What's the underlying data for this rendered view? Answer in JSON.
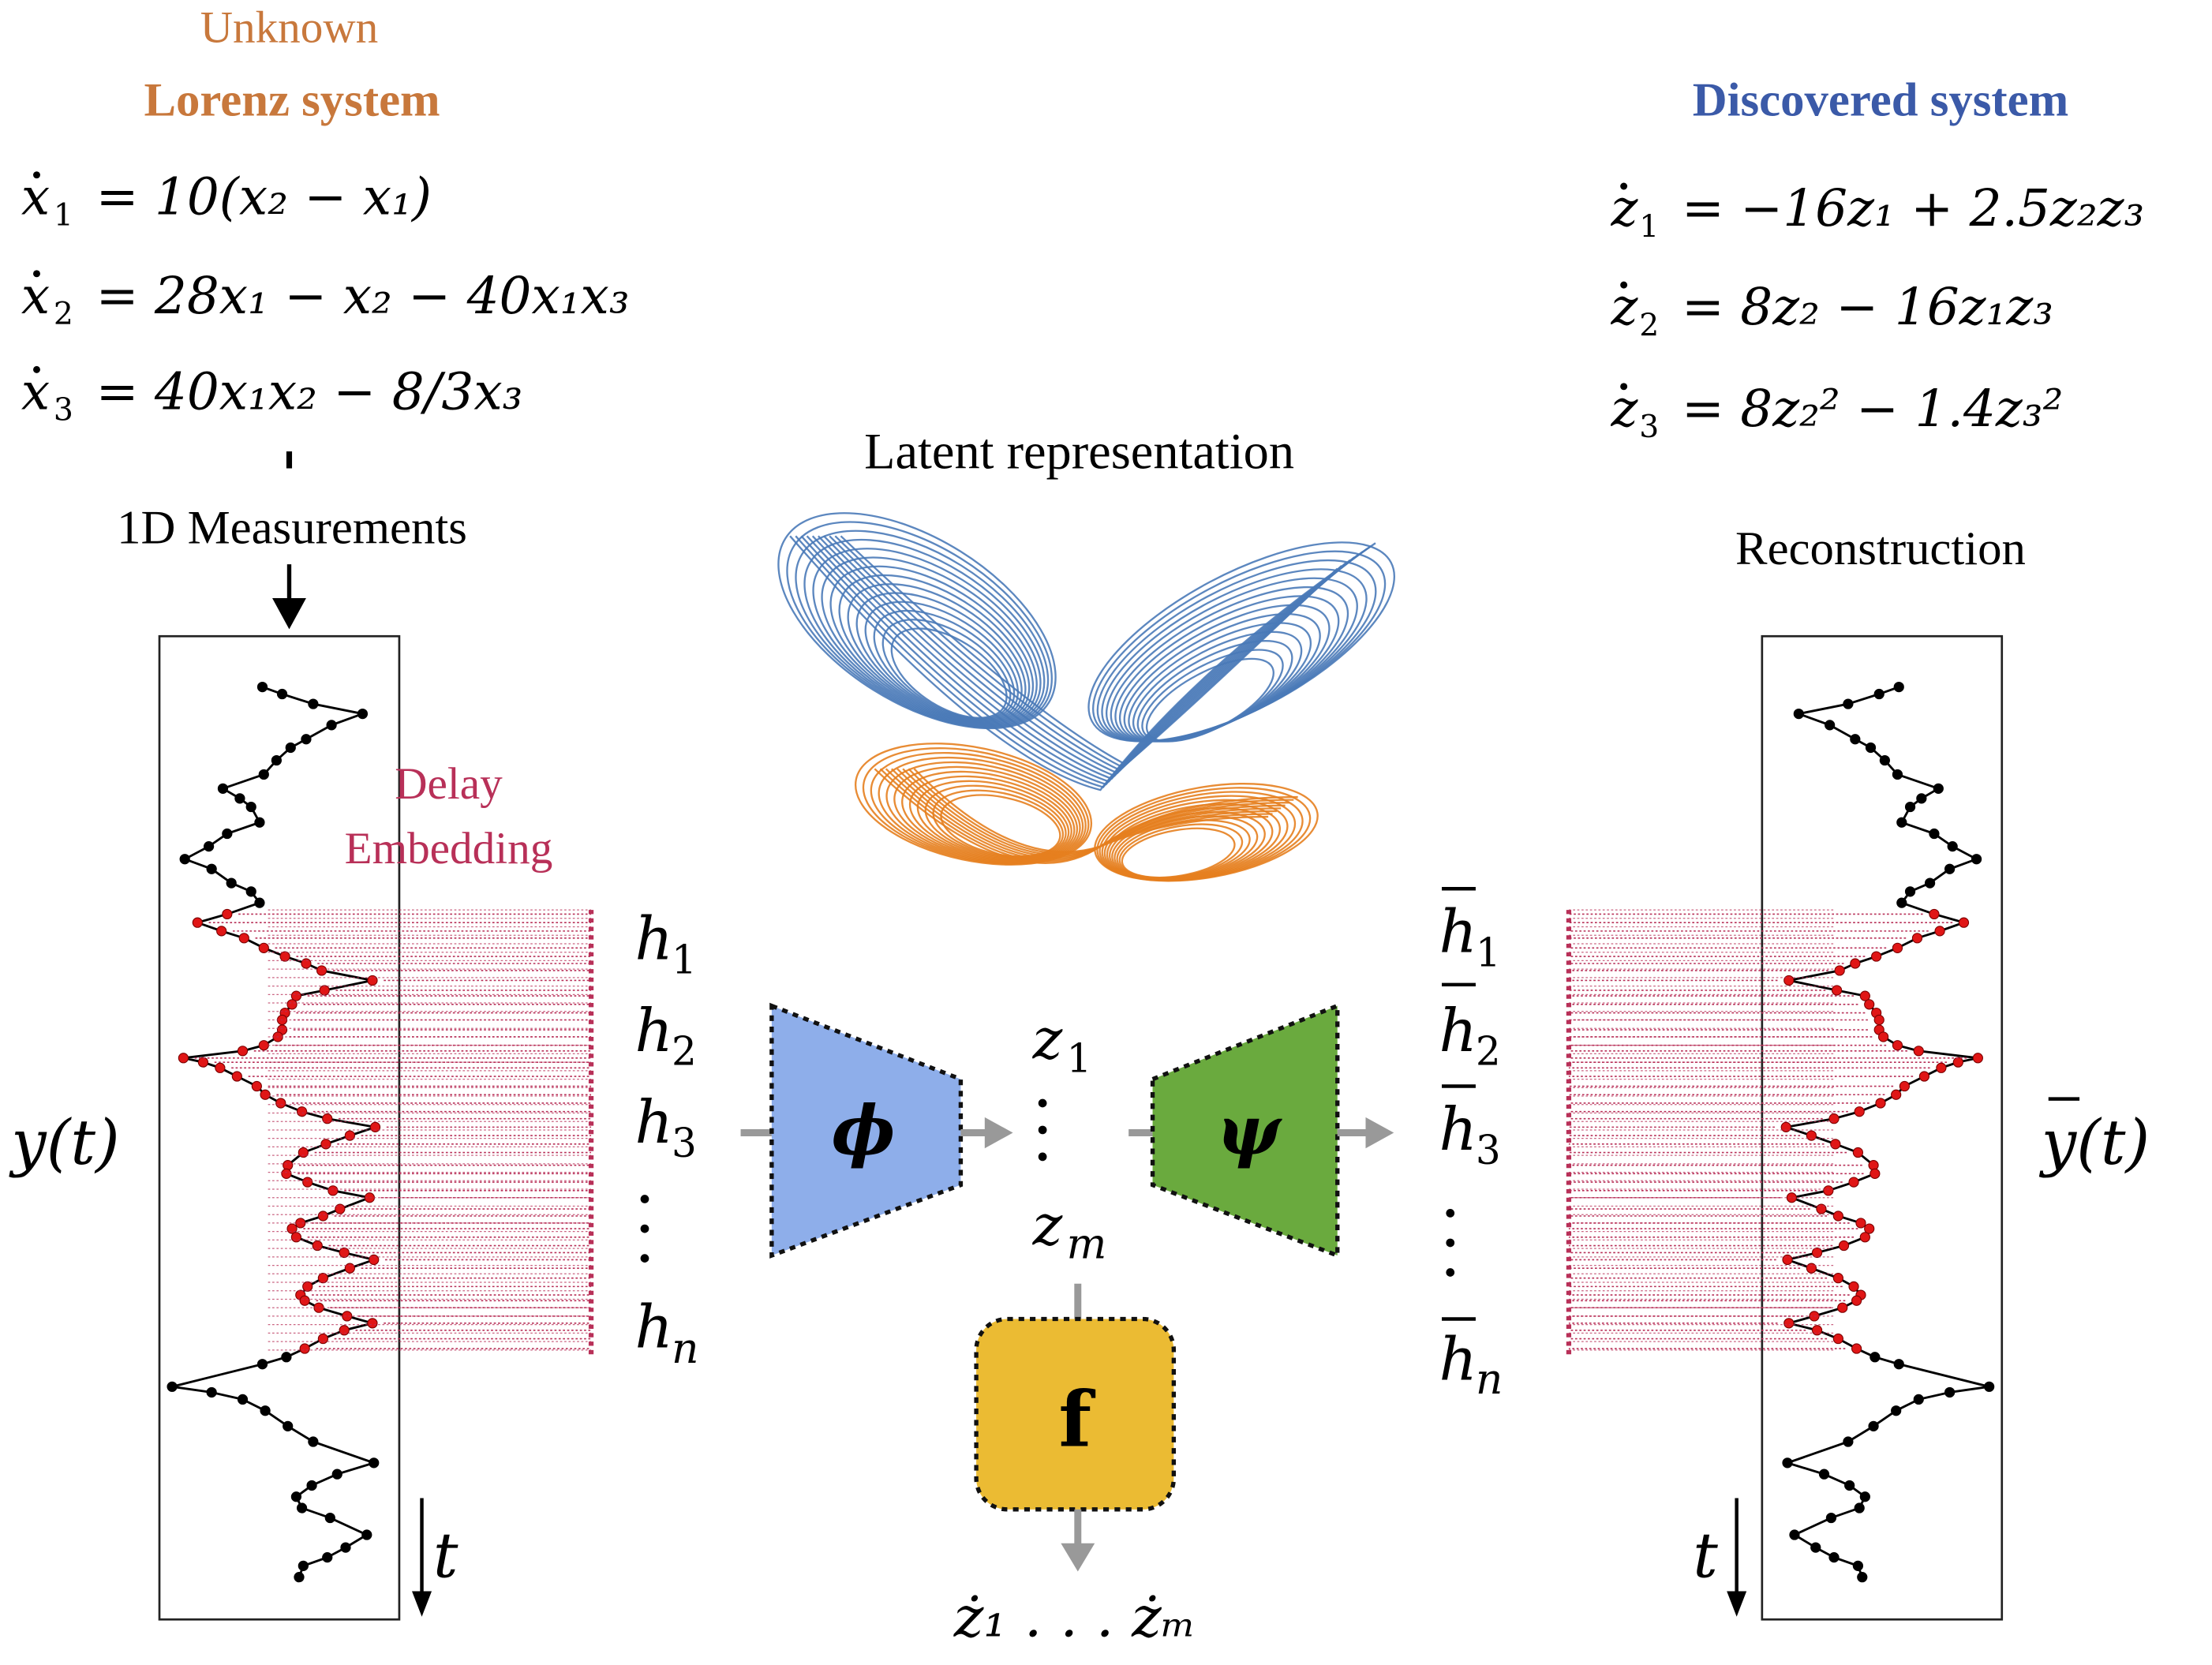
{
  "left_panel": {
    "unknown_label": "Unknown",
    "system_title": "Lorenz system",
    "equations": [
      {
        "lhs": "x",
        "sub": "1",
        "rhs": "= 10(x₂ − x₁)"
      },
      {
        "lhs": "x",
        "sub": "2",
        "rhs": "= 28x₁ − x₂ − 40x₁x₃"
      },
      {
        "lhs": "x",
        "sub": "3",
        "rhs": "= 40x₁x₂ − 8/3x₃"
      }
    ],
    "measurement_label": "1D Measurements",
    "signal_label": "y(t)",
    "time_label": "t",
    "delay_label_1": "Delay",
    "delay_label_2": "Embedding"
  },
  "right_panel": {
    "system_title": "Discovered system",
    "equations": [
      {
        "lhs": "z",
        "sub": "1",
        "rhs": "= −16z₁ + 2.5z₂z₃"
      },
      {
        "lhs": "z",
        "sub": "2",
        "rhs": "= 8z₂ − 16z₁z₃"
      },
      {
        "lhs": "z",
        "sub": "3",
        "rhs": "= 8z₂² − 1.4z₃²"
      }
    ],
    "reconstruction_label": "Reconstruction",
    "signal_label": "y(t)",
    "time_label": "t"
  },
  "center": {
    "latent_title": "Latent representation",
    "encoder_symbol": "ϕ",
    "decoder_symbol": "ψ",
    "dynamics_symbol": "f",
    "latent_vars": {
      "top": "z",
      "top_sub": "1",
      "bottom": "z",
      "bottom_sub": "m"
    },
    "output_label": "ż₁ . . . żₘ"
  },
  "embedding_vars": [
    {
      "base": "h",
      "sub": "1"
    },
    {
      "base": "h",
      "sub": "2"
    },
    {
      "base": "h",
      "sub": "3"
    },
    {
      "base": "h",
      "sub": "n"
    }
  ],
  "colors": {
    "lorenz_orange": "#c8783c",
    "discovered_blue": "#3b5aa8",
    "delay_red": "#b83058",
    "encoder_fill": "#8eaeea",
    "decoder_fill": "#6aaa3e",
    "dynamics_fill": "#ebbb33",
    "attractor_blue": "#4a7ab8",
    "attractor_orange": "#e5801f",
    "arrow_gray": "#999999",
    "dot_red": "#e01616"
  }
}
